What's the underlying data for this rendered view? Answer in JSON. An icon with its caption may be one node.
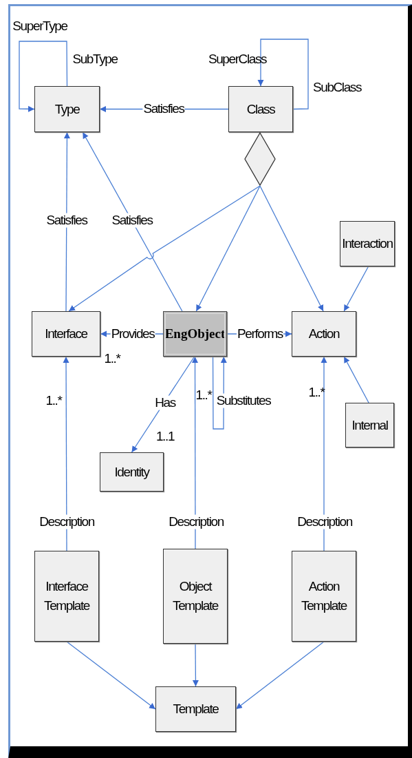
{
  "diagram": {
    "nodes": [
      {
        "text": [
          "Type"
        ]
      },
      {
        "text": [
          "Class"
        ]
      },
      {
        "text": [],
        "shape": "diamond"
      },
      {
        "text": [
          "Interaction"
        ]
      },
      {
        "text": [
          "Interface"
        ]
      },
      {
        "text": [
          "EngObject"
        ]
      },
      {
        "text": [
          "Action"
        ]
      },
      {
        "text": [
          "Internal"
        ]
      },
      {
        "text": [
          "Identity"
        ]
      },
      {
        "text": [
          "Interface Template"
        ]
      },
      {
        "text": [
          "Object Template"
        ]
      },
      {
        "text": [
          "Action Template"
        ]
      },
      {
        "text": [
          "Template"
        ]
      }
    ],
    "edges": [
      {
        "from": 0,
        "to": 0,
        "arrow": "to"
      },
      {
        "from": 1,
        "to": 1,
        "arrow": "to"
      },
      {
        "from": 1,
        "to": 0,
        "arrow": "to",
        "label": "Satisfies"
      },
      {
        "from": 4,
        "to": 0,
        "arrow": "to",
        "label": "Satisfies"
      },
      {
        "from": 5,
        "to": 0,
        "arrow": "to",
        "label": "Satisfies"
      },
      {
        "from": 2,
        "to": 4,
        "arrow": "to"
      },
      {
        "from": 2,
        "to": 5,
        "arrow": "to"
      },
      {
        "from": 2,
        "to": 6,
        "arrow": "to"
      },
      {
        "from": 3,
        "to": 6,
        "arrow": "to"
      },
      {
        "from": 7,
        "to": 6,
        "arrow": "to"
      },
      {
        "from": 5,
        "to": 4,
        "arrow": "to",
        "label": "Provides"
      },
      {
        "from": 5,
        "to": 6,
        "arrow": "to",
        "label": "Performs"
      },
      {
        "from": 5,
        "to": 5,
        "arrow": "to",
        "label": "Substitutes"
      },
      {
        "from": 5,
        "to": 8,
        "arrow": "to",
        "label": "Has"
      },
      {
        "from": 9,
        "to": 4,
        "arrow": "to",
        "label": "Description"
      },
      {
        "from": 10,
        "to": 5,
        "arrow": "to",
        "label": "Description"
      },
      {
        "from": 11,
        "to": 6,
        "arrow": "to",
        "label": "Description"
      },
      {
        "from": 9,
        "to": 12,
        "arrow": "to"
      },
      {
        "from": 10,
        "to": 12,
        "arrow": "to"
      },
      {
        "from": 11,
        "to": 12,
        "arrow": "to"
      }
    ],
    "labels": [
      "SuperType",
      "SubType",
      "SuperClass",
      "SubClass",
      "1..*",
      "1..*",
      "1..*",
      "1..*",
      "1..1"
    ]
  }
}
